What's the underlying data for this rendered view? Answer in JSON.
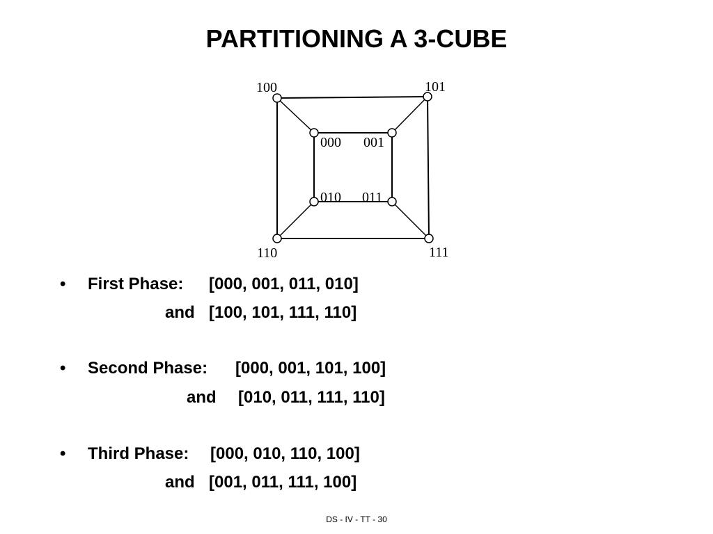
{
  "slide": {
    "title": "PARTITIONING A 3-CUBE",
    "footer": "DS - IV - TT - 30"
  },
  "diagram": {
    "nodes": [
      {
        "id": "100",
        "label": "100"
      },
      {
        "id": "101",
        "label": "101"
      },
      {
        "id": "000",
        "label": "000"
      },
      {
        "id": "001",
        "label": "001"
      },
      {
        "id": "010",
        "label": "010"
      },
      {
        "id": "011",
        "label": "011"
      },
      {
        "id": "110",
        "label": "110"
      },
      {
        "id": "111",
        "label": "111"
      }
    ]
  },
  "phases": [
    {
      "bullet": "•",
      "label": "First Phase:",
      "first_set": "[000, 001, 011, 010]",
      "joiner": "and",
      "second_set": "[100, 101, 111, 110]"
    },
    {
      "bullet": "•",
      "label": "Second Phase:",
      "first_set": "[000, 001, 101, 100]",
      "joiner": "and",
      "second_set": "[010, 011, 111, 110]"
    },
    {
      "bullet": "•",
      "label": "Third Phase:",
      "first_set": "[000, 010, 110, 100]",
      "joiner": "and",
      "second_set": "[001, 011, 111, 100]"
    }
  ]
}
